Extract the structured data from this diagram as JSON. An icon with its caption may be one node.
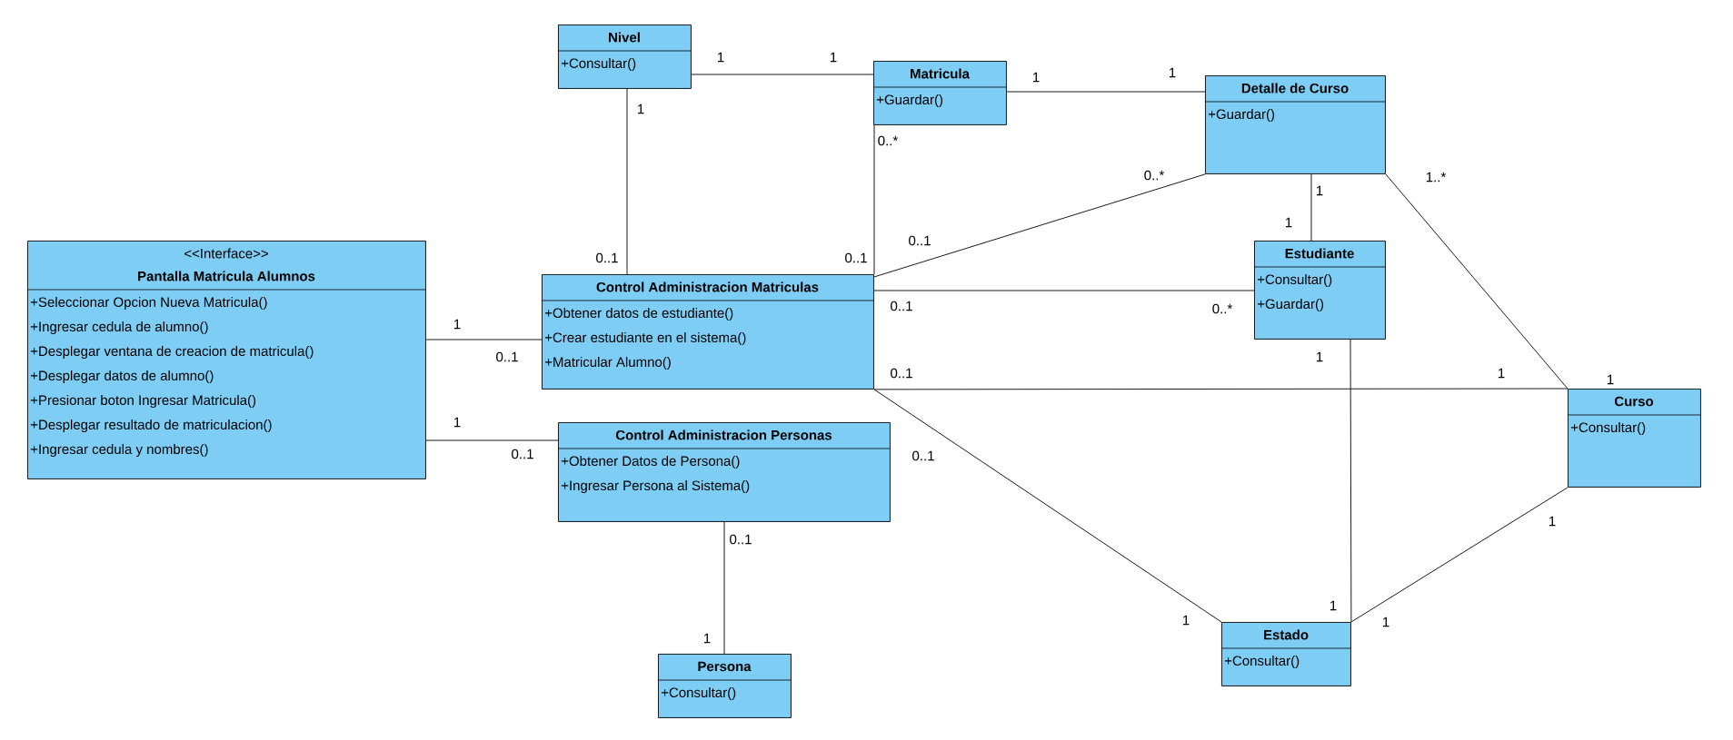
{
  "diagram": {
    "nodes": [
      {
        "text": [
          "<<Interface>>",
          "Pantalla Matricula Alumnos",
          "+Seleccionar Opcion Nueva Matricula()",
          "+Ingresar cedula de alumno()",
          "+Desplegar ventana de creacion de matricula()",
          "+Desplegar datos de alumno()",
          "+Presionar boton Ingresar Matricula()",
          "+Desplegar resultado de matriculacion()",
          "+Ingresar cedula y nombres()"
        ]
      },
      {
        "text": [
          "Nivel",
          "+Consultar()"
        ]
      },
      {
        "text": [
          "Matricula",
          "+Guardar()"
        ]
      },
      {
        "text": [
          "Detalle de Curso",
          "+Guardar()"
        ]
      },
      {
        "text": [
          "Control Administracion Matriculas",
          "+Obtener datos de estudiante()",
          "+Crear estudiante en el sistema()",
          "+Matricular Alumno()"
        ]
      },
      {
        "text": [
          "Estudiante",
          "+Consultar()",
          "+Guardar()"
        ]
      },
      {
        "text": [
          "Control Administracion Personas",
          "+Obtener Datos de Persona()",
          "+Ingresar Persona al Sistema()"
        ]
      },
      {
        "text": [
          "Curso",
          "+Consultar()"
        ]
      },
      {
        "text": [
          "Persona",
          "+Consultar()"
        ]
      },
      {
        "text": [
          "Estado",
          "+Consultar()"
        ]
      }
    ],
    "edges": [
      {
        "from": 1,
        "to": 2,
        "arrow": "none"
      },
      {
        "from": 2,
        "to": 3,
        "arrow": "none"
      },
      {
        "from": 1,
        "to": 4,
        "arrow": "none"
      },
      {
        "from": 2,
        "to": 4,
        "arrow": "none"
      },
      {
        "from": 4,
        "to": 3,
        "arrow": "none"
      },
      {
        "from": 4,
        "to": 5,
        "arrow": "none"
      },
      {
        "from": 4,
        "to": 7,
        "arrow": "none"
      },
      {
        "from": 4,
        "to": 9,
        "arrow": "none"
      },
      {
        "from": 0,
        "to": 4,
        "arrow": "none"
      },
      {
        "from": 0,
        "to": 6,
        "arrow": "none"
      },
      {
        "from": 6,
        "to": 8,
        "arrow": "none"
      },
      {
        "from": 3,
        "to": 5,
        "arrow": "none"
      },
      {
        "from": 3,
        "to": 7,
        "arrow": "none"
      },
      {
        "from": 5,
        "to": 9,
        "arrow": "none"
      },
      {
        "from": 7,
        "to": 9,
        "arrow": "none"
      }
    ],
    "labels": [
      "1",
      "1",
      "1",
      "1",
      "1",
      "0..1",
      "0..*",
      "0..1",
      "0..1",
      "0..*",
      "0..1",
      "0..*",
      "0..1",
      "1",
      "0..1",
      "1",
      "1",
      "0..1",
      "1",
      "0..1",
      "0..1",
      "1",
      "1",
      "1",
      "1..*",
      "1",
      "1",
      "1",
      "1",
      "1"
    ]
  }
}
